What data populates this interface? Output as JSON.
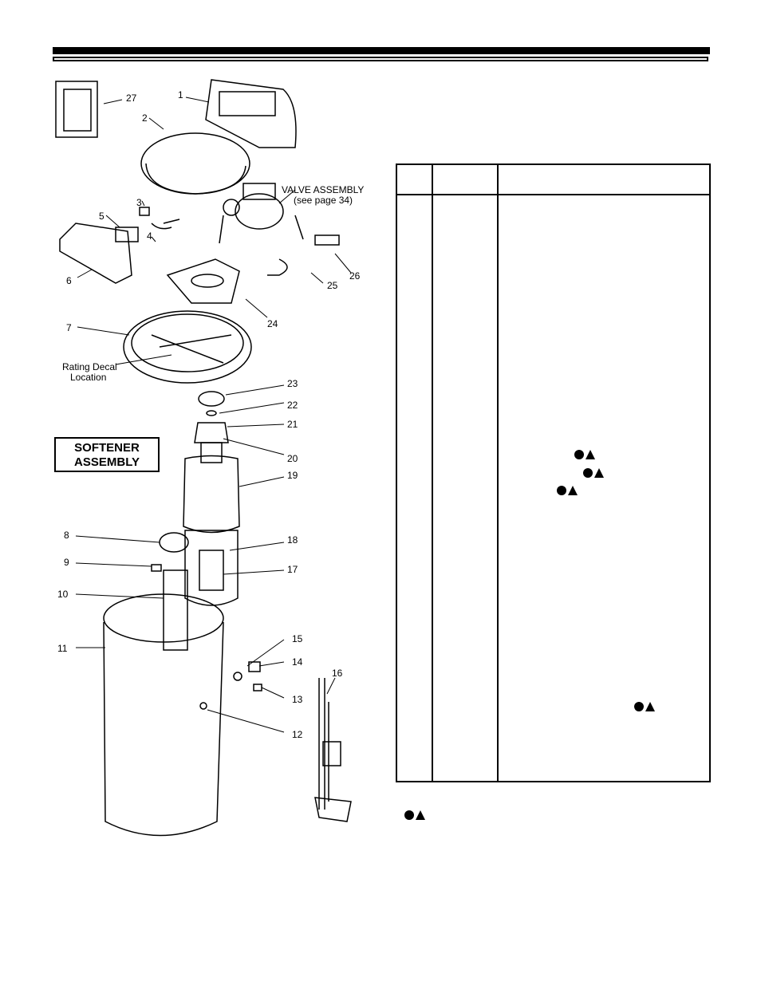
{
  "diagram": {
    "title_lines": [
      "SOFTENER",
      "ASSEMBLY"
    ],
    "valve_label_lines": [
      "VALVE ASSEMBLY",
      "(see page 34)"
    ],
    "rating_decal_lines": [
      "Rating Decal",
      "Location"
    ],
    "callouts": [
      "1",
      "2",
      "3",
      "4",
      "5",
      "6",
      "7",
      "8",
      "9",
      "10",
      "11",
      "12",
      "13",
      "14",
      "15",
      "16",
      "17",
      "18",
      "19",
      "20",
      "21",
      "22",
      "23",
      "24",
      "25",
      "26",
      "27"
    ]
  },
  "table": {
    "marker_symbols": [
      "filled-circle",
      "filled-triangle"
    ]
  },
  "colors": {
    "ink": "#000000",
    "paper": "#ffffff"
  }
}
